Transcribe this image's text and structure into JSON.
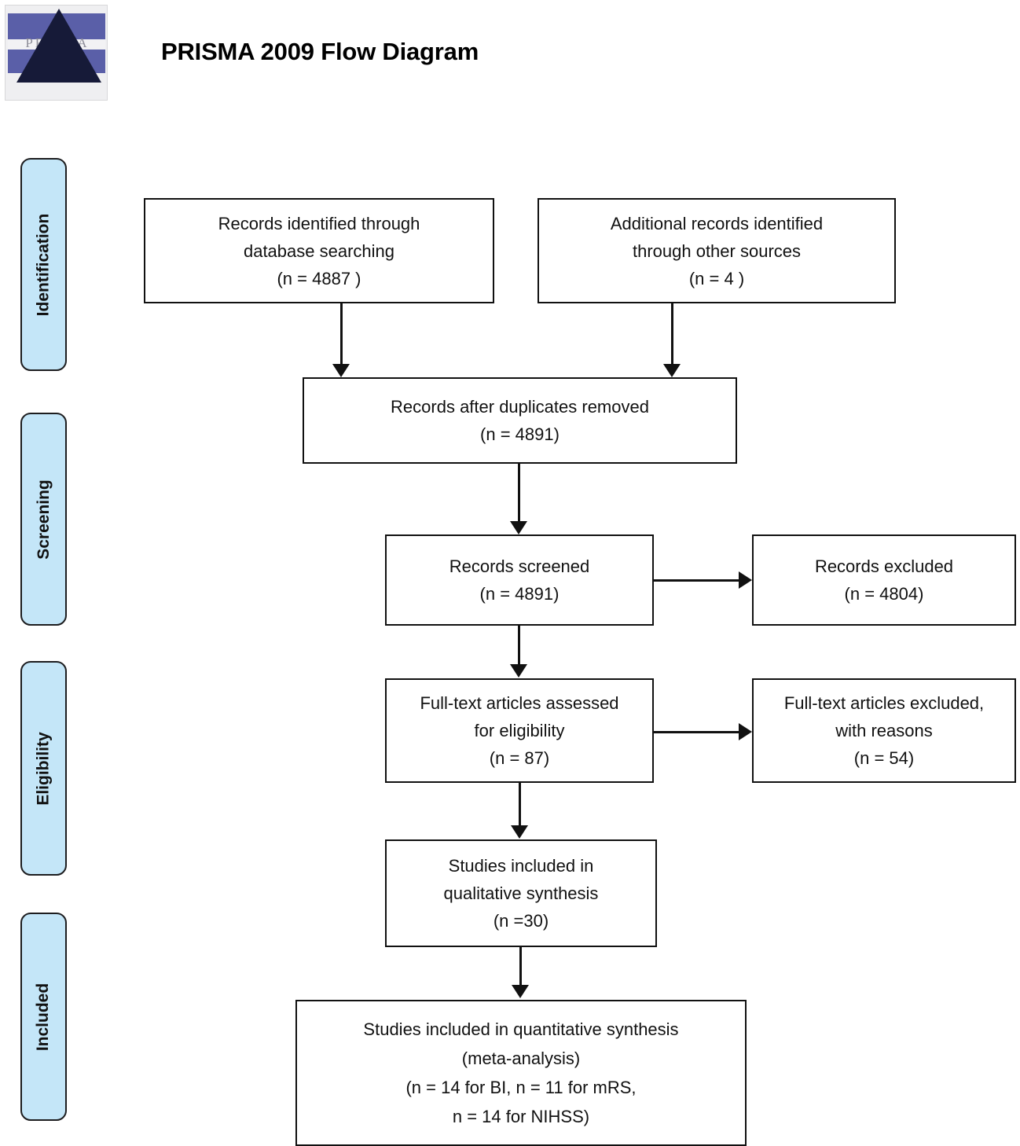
{
  "header": {
    "title": "PRISMA 2009 Flow Diagram",
    "logo_word": "PRISMA"
  },
  "stages": [
    {
      "id": "identification",
      "label": "Identification"
    },
    {
      "id": "screening",
      "label": "Screening"
    },
    {
      "id": "eligibility",
      "label": "Eligibility"
    },
    {
      "id": "included",
      "label": "Included"
    }
  ],
  "boxes": {
    "db_search": "Records identified through\ndatabase searching\n(n = 4887 )",
    "other_sources": "Additional records identified\nthrough other sources\n(n =  4 )",
    "dedup": "Records after duplicates removed\n(n = 4891)",
    "screened": "Records screened\n(n = 4891)",
    "records_excluded": "Records excluded\n(n = 4804)",
    "fulltext_assessed": "Full-text articles assessed\nfor eligibility\n(n = 87)",
    "fulltext_excluded": "Full-text articles excluded,\nwith reasons\n(n = 54)",
    "qualitative": "Studies included in\nqualitative synthesis\n(n =30)",
    "quantitative": "Studies included in quantitative synthesis\n(meta-analysis)\n(n = 14 for BI, n = 11 for mRS,\nn = 14 for NIHSS)"
  },
  "counts": {
    "records_database_searching": 4887,
    "records_other_sources": 4,
    "records_after_duplicates_removed": 4891,
    "records_screened": 4891,
    "records_excluded": 4804,
    "fulltext_assessed": 87,
    "fulltext_excluded": 54,
    "studies_qualitative": 30,
    "studies_quantitative_bi": 14,
    "studies_quantitative_mrs": 11,
    "studies_quantitative_nihss": 14
  },
  "colors": {
    "stage_fill": "#c4e6f8",
    "stage_border": "#1d1d1f",
    "box_border": "#111111",
    "logo_blue": "#5a5fa8",
    "logo_triangle": "#161a38",
    "page_background": "#ffffff"
  }
}
